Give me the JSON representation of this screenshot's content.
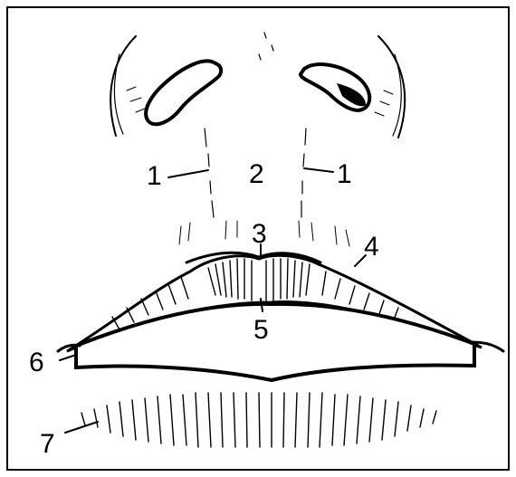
{
  "diagram": {
    "colors": {
      "ink": "#000000",
      "paper": "#ffffff"
    },
    "labels": [
      {
        "id": "label-1-left",
        "text": "1"
      },
      {
        "id": "label-2",
        "text": "2"
      },
      {
        "id": "label-1-right",
        "text": "1"
      },
      {
        "id": "label-3",
        "text": "3"
      },
      {
        "id": "label-4",
        "text": "4"
      },
      {
        "id": "label-5",
        "text": "5"
      },
      {
        "id": "label-6",
        "text": "6"
      },
      {
        "id": "label-7",
        "text": "7"
      }
    ]
  }
}
